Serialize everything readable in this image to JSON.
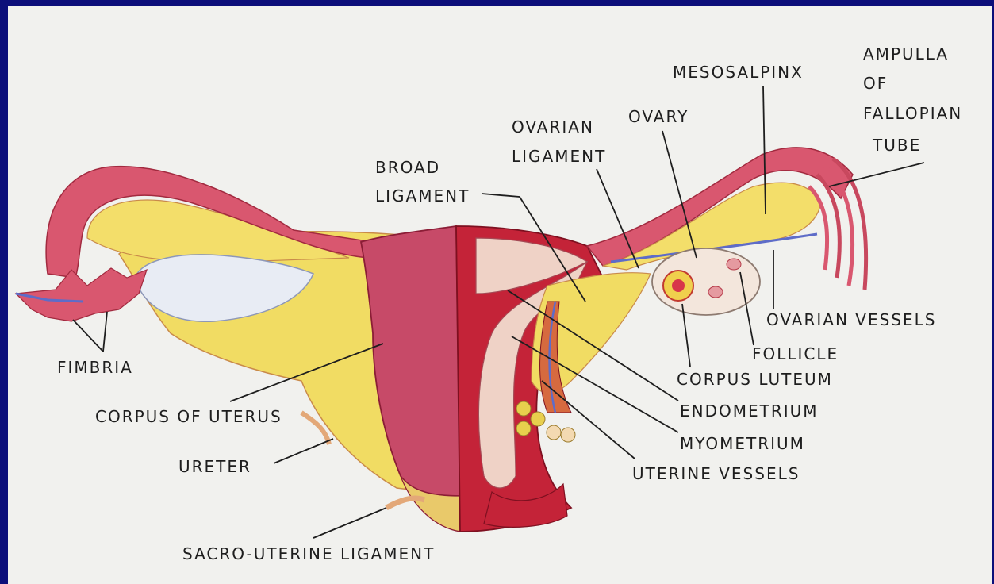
{
  "labels": {
    "ampulla_1": "AMPULLA",
    "ampulla_2": "OF",
    "ampulla_3": "FALLOPIAN",
    "ampulla_4": "TUBE",
    "mesosalpinx": "MESOSALPINX",
    "ovary": "OVARY",
    "ovarian_ligament_1": "OVARIAN",
    "ovarian_ligament_2": "LIGAMENT",
    "broad_ligament_1": "BROAD",
    "broad_ligament_2": "LIGAMENT",
    "ovarian_vessels": "OVARIAN VESSELS",
    "follicle": "FOLLICLE",
    "corpus_luteum": "CORPUS LUTEUM",
    "endometrium": "ENDOMETRIUM",
    "myometrium": "MYOMETRIUM",
    "uterine_vessels": "UTERINE VESSELS",
    "fimbria": "FIMBRIA",
    "corpus_of_uterus": "CORPUS OF UTERUS",
    "ureter": "URETER",
    "sacro_uterine_ligament": "SACRO-UTERINE LIGAMENT"
  },
  "colors": {
    "border": "#0c0f7a",
    "background": "#f1f1ee",
    "ligament_yellow": "#f1dc63",
    "tissue_pink": "#d9576f",
    "myometrium_red": "#c42338",
    "endometrium_pale": "#efd2c6",
    "ovary_pale": "#f3e6dc",
    "vessel_blue": "#5e6cc8"
  }
}
